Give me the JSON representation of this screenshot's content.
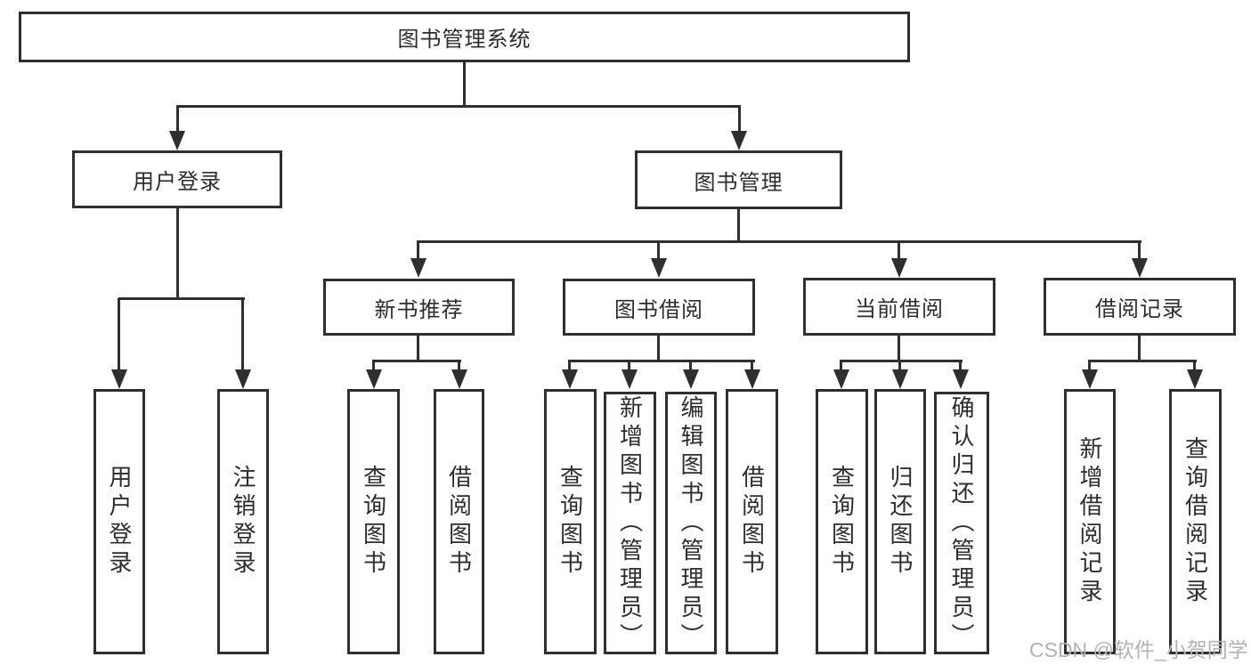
{
  "tree": {
    "label": "图书管理系统",
    "children": [
      {
        "label": "用户登录",
        "children": [
          {
            "label": "用户登录"
          },
          {
            "label": "注销登录"
          }
        ]
      },
      {
        "label": "图书管理",
        "children": [
          {
            "label": "新书推荐",
            "children": [
              {
                "label": "查询图书"
              },
              {
                "label": "借阅图书"
              }
            ]
          },
          {
            "label": "图书借阅",
            "children": [
              {
                "label": "查询图书"
              },
              {
                "label": "新增图书（管理员）"
              },
              {
                "label": "编辑图书（管理员）"
              },
              {
                "label": "借阅图书"
              }
            ]
          },
          {
            "label": "当前借阅",
            "children": [
              {
                "label": "查询图书"
              },
              {
                "label": "归还图书"
              },
              {
                "label": "确认归还（管理员）"
              }
            ]
          },
          {
            "label": "借阅记录",
            "children": [
              {
                "label": "新增借阅记录"
              },
              {
                "label": "查询借阅记录"
              }
            ]
          }
        ]
      }
    ]
  },
  "watermark": {
    "text": "CSDN @软件_小贺同学"
  },
  "colors": {
    "line": "#2f2f2f",
    "text": "#2d2d2d",
    "background": "#ffffff",
    "watermark": "#b5b3b1"
  }
}
